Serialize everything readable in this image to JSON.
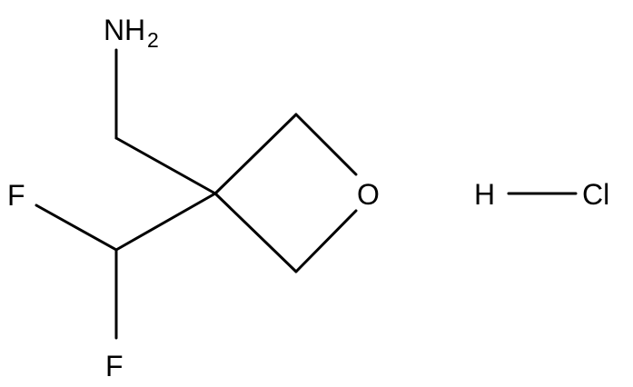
{
  "molecule": {
    "atoms": {
      "amine_n": "N",
      "amine_h": "H",
      "amine_h_count": "2",
      "ring_oxygen": "O",
      "fluorine_1": "F",
      "fluorine_2": "F"
    },
    "salt": {
      "hydrogen": "H",
      "chlorine": "Cl"
    }
  },
  "colors": {
    "bond": "#000000",
    "text": "#000000",
    "background": "#ffffff"
  }
}
